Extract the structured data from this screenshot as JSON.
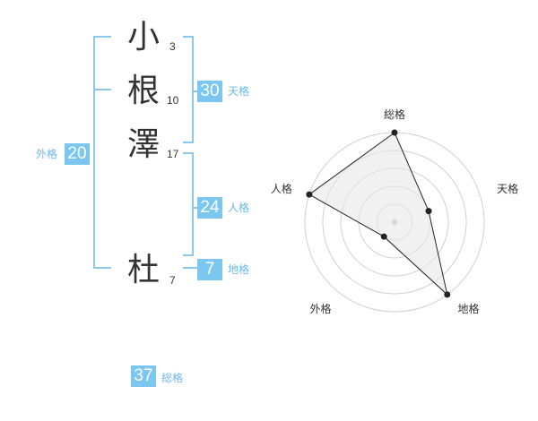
{
  "name": {
    "chars": [
      {
        "char": "小",
        "strokes": "3"
      },
      {
        "char": "根",
        "strokes": "10"
      },
      {
        "char": "澤",
        "strokes": "17"
      },
      {
        "char": "杜",
        "strokes": "7"
      }
    ]
  },
  "fortunes": {
    "tenkaku": {
      "value": "30",
      "label": "天格"
    },
    "jinkaku": {
      "value": "24",
      "label": "人格"
    },
    "chikaku": {
      "value": "7",
      "label": "地格"
    },
    "gaikaku": {
      "value": "20",
      "label": "外格"
    },
    "soukaku": {
      "value": "37",
      "label": "総格"
    }
  },
  "chart_data": {
    "type": "radar",
    "axes": [
      "総格",
      "天格",
      "地格",
      "外格",
      "人格"
    ],
    "levels": 5,
    "max": 5,
    "values": [
      5,
      2,
      5,
      1,
      5
    ],
    "grid": true,
    "colors": {
      "fill": "#e8e8e8",
      "line": "#222222",
      "grid": "#d0d0d0",
      "center": "#bbbbbb"
    }
  },
  "colors": {
    "accent": "#7cc7f0",
    "bracket": "#8cc8ee"
  }
}
